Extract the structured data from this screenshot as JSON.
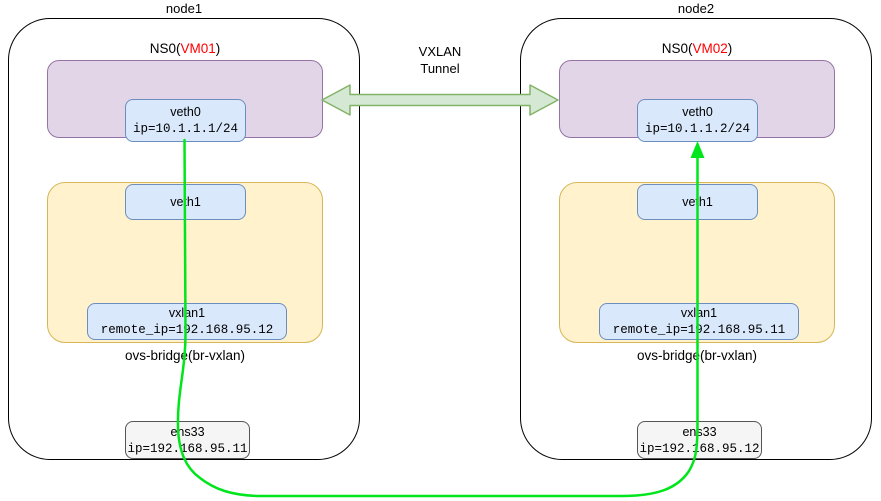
{
  "tunnel": {
    "label_line1": "VXLAN",
    "label_line2": "Tunnel"
  },
  "nodes": [
    {
      "title": "node1",
      "ns_prefix": "NS0(",
      "ns_vm": "VM01",
      "ns_suffix": ")",
      "veth0_name": "veth0",
      "veth0_ip": "ip=10.1.1.1/24",
      "veth1_name": "veth1",
      "vxlan_name": "vxlan1",
      "vxlan_remote": "remote_ip=192.168.95.12",
      "bridge_label": "ovs-bridge(br-vxlan)",
      "ens_name": "ens33",
      "ens_ip": "ip=192.168.95.11"
    },
    {
      "title": "node2",
      "ns_prefix": "NS0(",
      "ns_vm": "VM02",
      "ns_suffix": ")",
      "veth0_name": "veth0",
      "veth0_ip": "ip=10.1.1.2/24",
      "veth1_name": "veth1",
      "vxlan_name": "vxlan1",
      "vxlan_remote": "remote_ip=192.168.95.11",
      "bridge_label": "ovs-bridge(br-vxlan)",
      "ens_name": "ens33",
      "ens_ip": "ip=192.168.95.12"
    }
  ],
  "colors": {
    "namespace_fill": "#e1d5e7",
    "namespace_stroke": "#9673a6",
    "bridge_fill": "#fff2cc",
    "bridge_stroke": "#d6b656",
    "interface_fill": "#dae8fc",
    "interface_stroke": "#6c8ebf",
    "nic_fill": "#f5f5f5",
    "nic_stroke": "#555555",
    "tunnel_fill": "#d5e8d4",
    "tunnel_stroke": "#82b366",
    "flow_line": "#00e51b",
    "vm_text": "#ff0000"
  }
}
